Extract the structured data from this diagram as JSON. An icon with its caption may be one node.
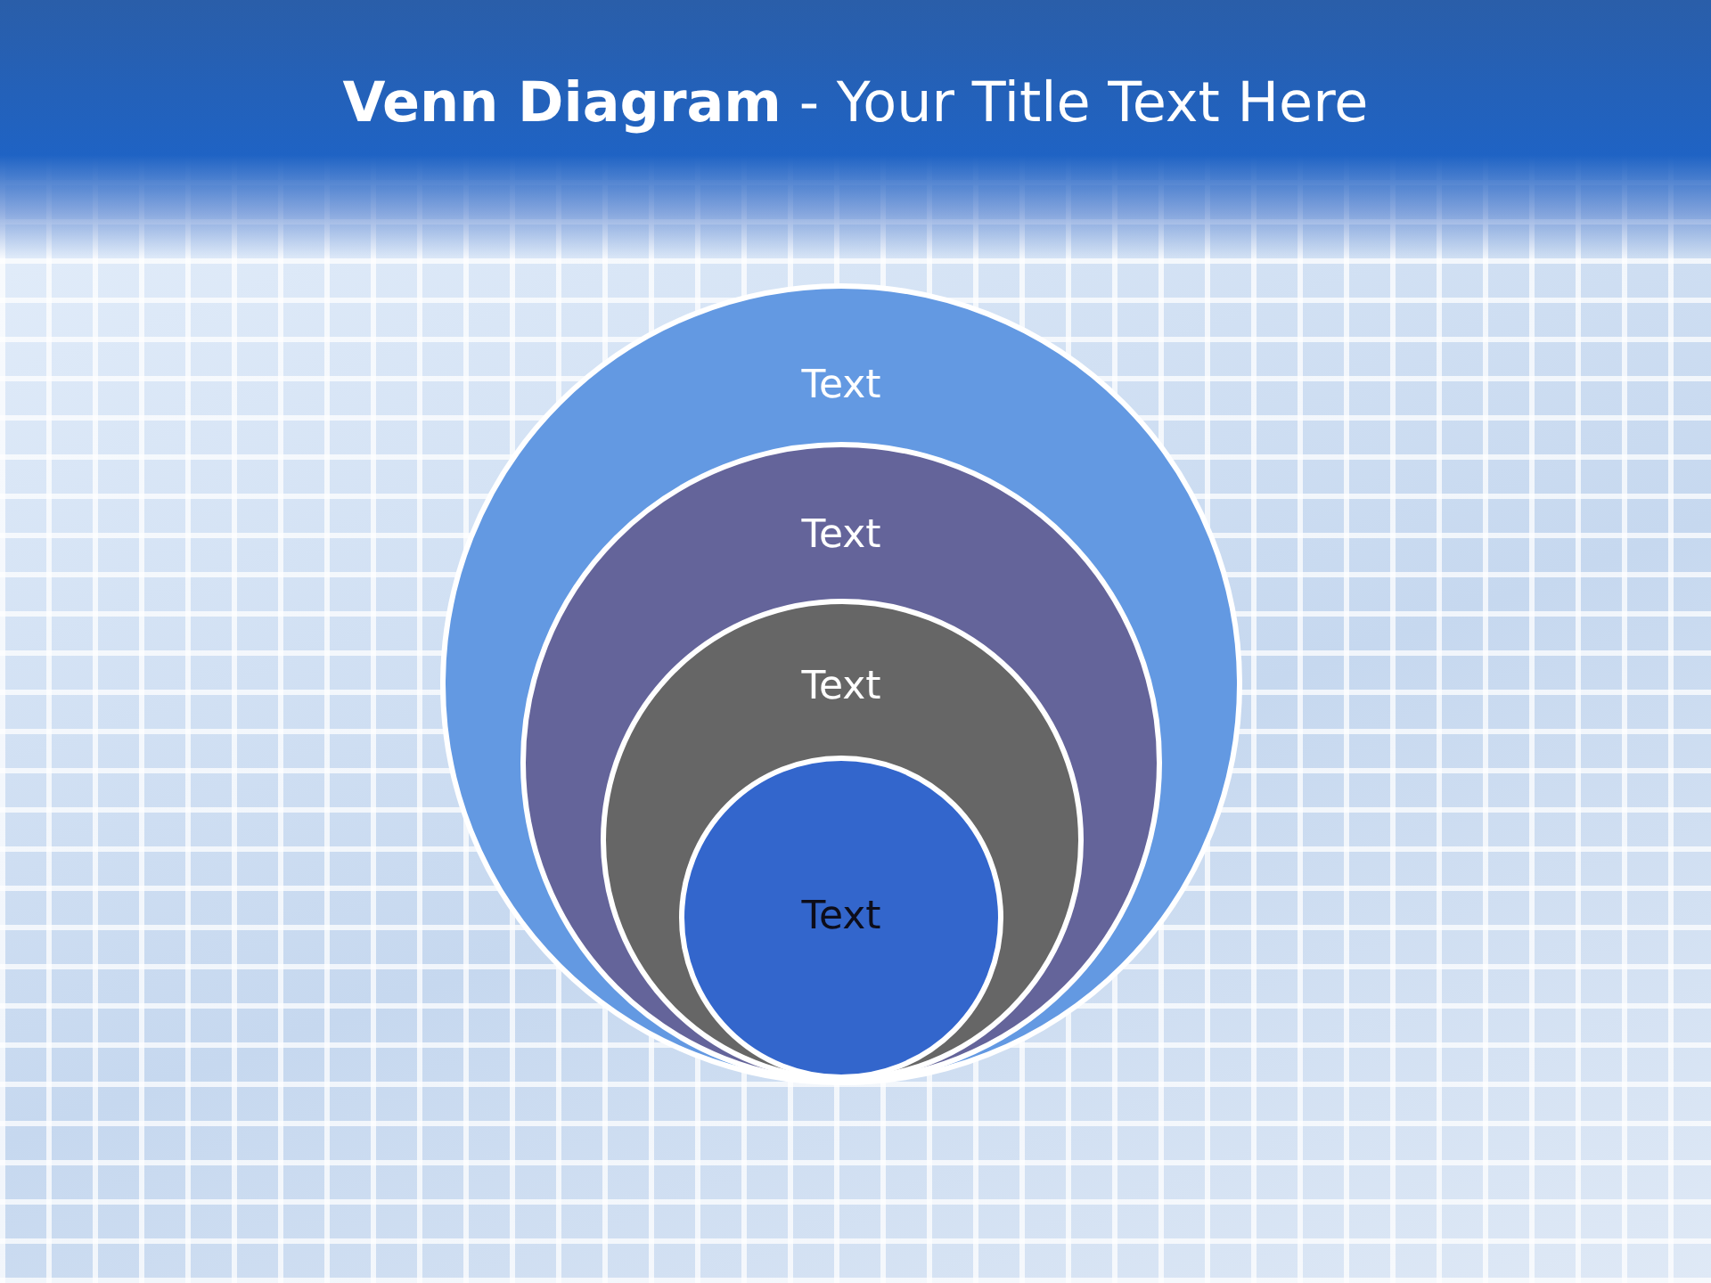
{
  "diagram": {
    "title": "**Venn Diagram** - Your Title Text Here",
    "nodes": [
      {
        "text": [
          "Text"
        ]
      },
      {
        "text": [
          "Text"
        ],
        "in": 0
      },
      {
        "text": [
          "Text"
        ],
        "in": 1
      },
      {
        "text": [
          "Text"
        ],
        "in": 2
      }
    ]
  }
}
